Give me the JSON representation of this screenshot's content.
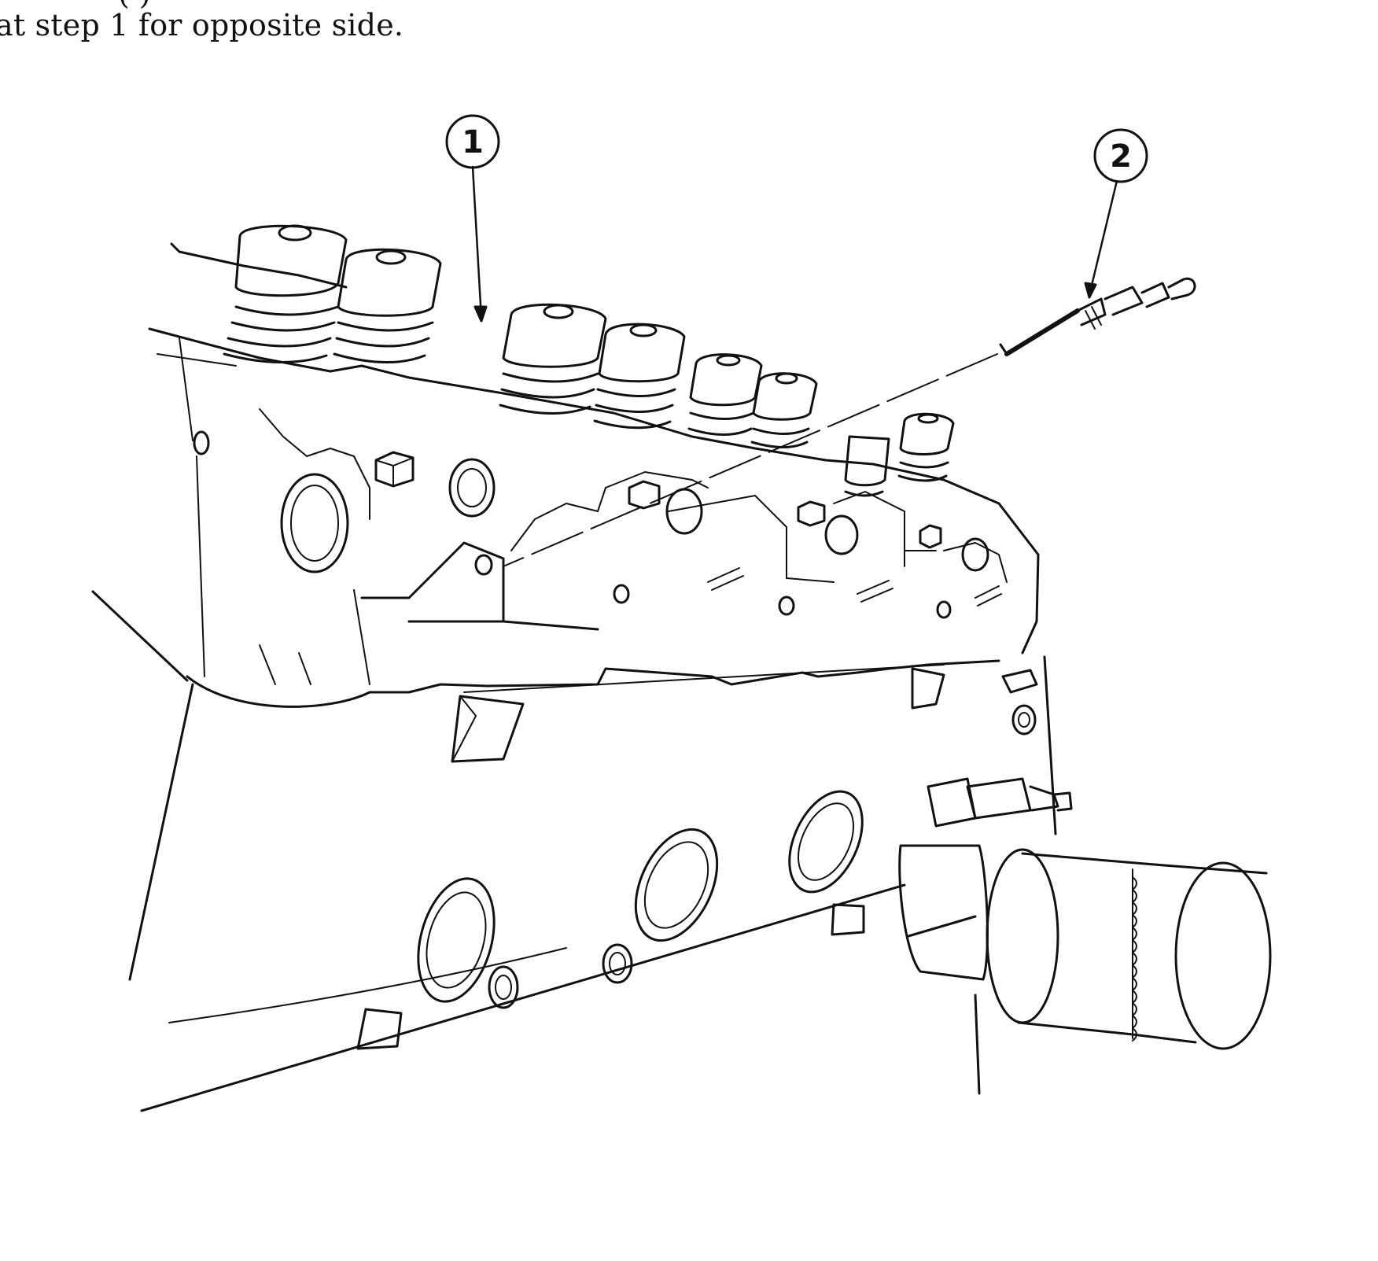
{
  "document": {
    "top_partial_text": "(                    )",
    "instruction_text": "at step 1 for opposite side."
  },
  "figure": {
    "description_type": "exploded engine line drawing",
    "callouts": [
      {
        "id": "callout-1",
        "label": "1"
      },
      {
        "id": "callout-2",
        "label": "2"
      }
    ]
  }
}
